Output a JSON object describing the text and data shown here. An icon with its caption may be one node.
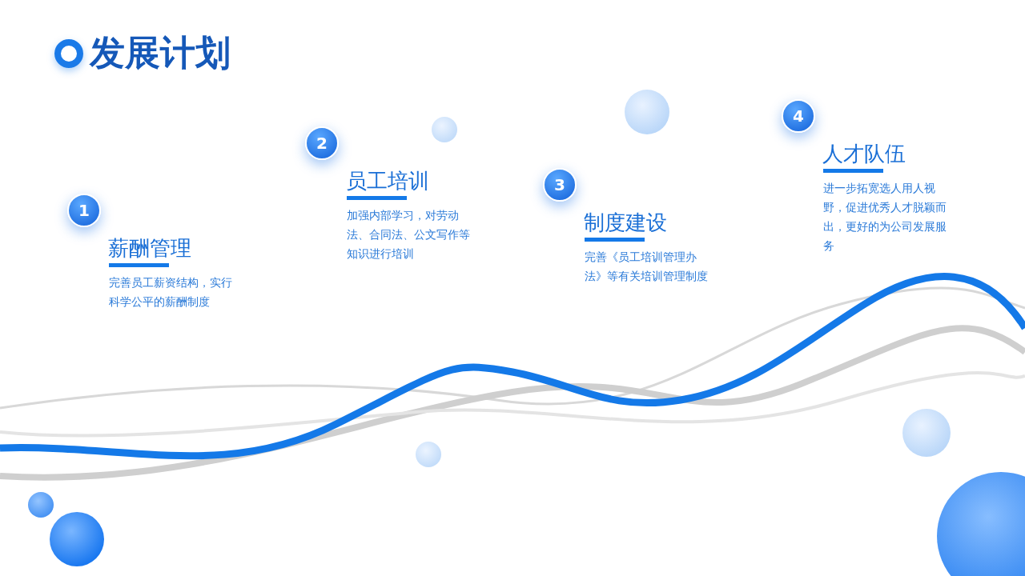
{
  "diagram": {
    "title": "发展计划",
    "nodes": [
      {
        "text": [
          "1"
        ],
        "beside": [
          "薪酬管理",
          "完善员工薪资结构，实行科学公平的薪酬制度"
        ]
      },
      {
        "text": [
          "2"
        ],
        "beside": [
          "员工培训",
          "加强内部学习，对劳动法、合同法、公文写作等知识进行培训"
        ]
      },
      {
        "text": [
          "3"
        ],
        "beside": [
          "制度建设",
          "完善《员工培训管理办法》等有关培训管理制度"
        ]
      },
      {
        "text": [
          "4"
        ],
        "beside": [
          "人才队伍",
          "进一步拓宽选人用人视野，促进优秀人才脱颖而出，更好的为公司发展服务"
        ]
      }
    ]
  }
}
